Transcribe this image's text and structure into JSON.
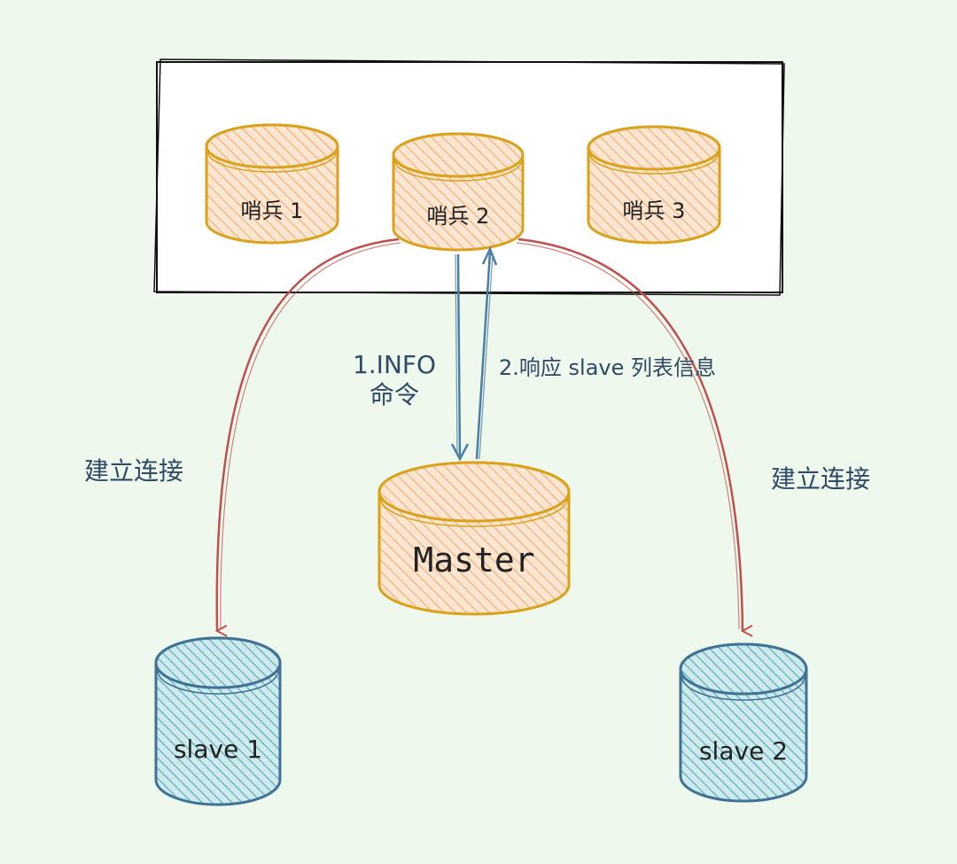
{
  "sentinel_group": {
    "sentinels": [
      {
        "label": "哨兵 1"
      },
      {
        "label": "哨兵 2"
      },
      {
        "label": "哨兵 3"
      }
    ]
  },
  "master": {
    "label": "Master"
  },
  "slaves": [
    {
      "label": "slave 1"
    },
    {
      "label": "slave 2"
    }
  ],
  "edges": {
    "info_line1": "1.INFO",
    "info_line2": "命令",
    "response": "2.响应 slave 列表信息",
    "connect_left": "建立连接",
    "connect_right": "建立连接"
  },
  "colors": {
    "background": "#eef8ec",
    "sentinel_fill": "#f9d1a8",
    "sentinel_stroke": "#d9a21a",
    "slave_fill": "#9fd6da",
    "slave_stroke": "#3f7396",
    "connect_arrow": "#c0504d",
    "info_arrow": "#4a7fa3",
    "label_text": "#2f4a66"
  }
}
